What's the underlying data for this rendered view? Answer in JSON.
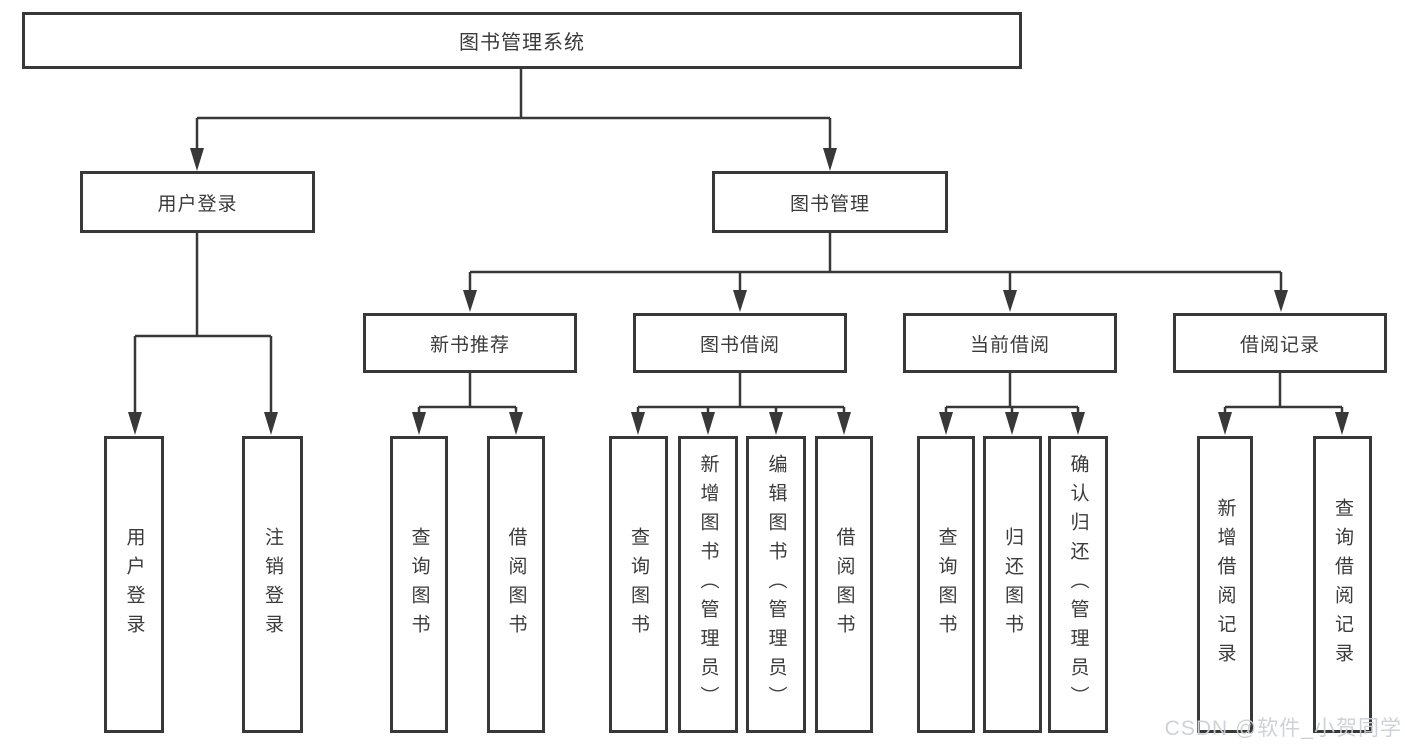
{
  "tree": {
    "label": "图书管理系统",
    "children": [
      {
        "label": "用户登录",
        "children": [
          {
            "label": "用户登录"
          },
          {
            "label": "注销登录"
          }
        ]
      },
      {
        "label": "图书管理",
        "children": [
          {
            "label": "新书推荐",
            "children": [
              {
                "label": "查询图书"
              },
              {
                "label": "借阅图书"
              }
            ]
          },
          {
            "label": "图书借阅",
            "children": [
              {
                "label": "查询图书"
              },
              {
                "label": "新增图书（管理员）"
              },
              {
                "label": "编辑图书（管理员）"
              },
              {
                "label": "借阅图书"
              }
            ]
          },
          {
            "label": "当前借阅",
            "children": [
              {
                "label": "查询图书"
              },
              {
                "label": "归还图书"
              },
              {
                "label": "确认归还（管理员）"
              }
            ]
          },
          {
            "label": "借阅记录",
            "children": [
              {
                "label": "新增借阅记录"
              },
              {
                "label": "查询借阅记录"
              }
            ]
          }
        ]
      }
    ]
  },
  "watermark": {
    "text": "CSDN @软件_小贺同学"
  },
  "colors": {
    "line": "#383838",
    "box_border": "#383838",
    "text": "#3b3b3b",
    "background": "#ffffff",
    "watermark": "#ccd0d4"
  }
}
